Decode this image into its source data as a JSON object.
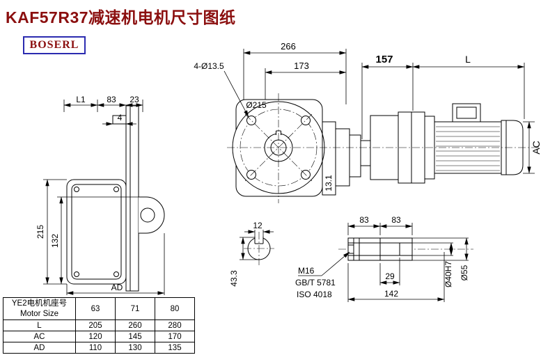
{
  "page": {
    "title": "KAF57R37减速机电机尺寸图纸",
    "logo": "BOSERL"
  },
  "dims": {
    "left": {
      "l1": "L1",
      "w83": "83",
      "w23": "23",
      "t4": "4",
      "h215": "215",
      "h132": "132",
      "ad": "AD"
    },
    "front": {
      "w266": "266",
      "w173": "173",
      "bolts": "4-Ø13.5",
      "flange": "Ø215",
      "k131": "13.1"
    },
    "motor": {
      "w157": "157",
      "l": "L",
      "ac": "AC"
    },
    "section": {
      "w12": "12",
      "h433": "43.3"
    },
    "shaft": {
      "a83": "83",
      "b83": "83",
      "thread": "M16",
      "std1": "GB/T 5781",
      "std2": "ISO 4018",
      "l29": "29",
      "l142": "142",
      "bore": "Ø40H7",
      "od": "Ø55"
    }
  },
  "table": {
    "header_cn": "YE2电机机座号",
    "header_en": "Motor Size",
    "sizes": [
      "63",
      "71",
      "80"
    ],
    "rows": [
      {
        "label": "L",
        "values": [
          "205",
          "260",
          "280"
        ]
      },
      {
        "label": "AC",
        "values": [
          "120",
          "145",
          "170"
        ]
      },
      {
        "label": "AD",
        "values": [
          "110",
          "130",
          "135"
        ]
      }
    ]
  }
}
